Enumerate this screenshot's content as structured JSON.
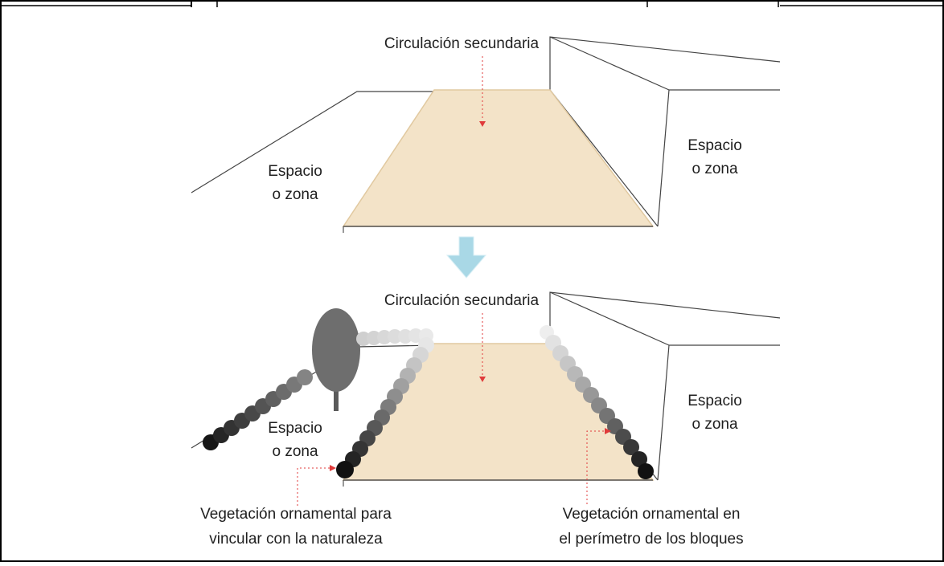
{
  "top_panel": {
    "title": "Circulación secundaria",
    "left_zone": {
      "line1": "Espacio",
      "line2": "o zona"
    },
    "right_zone": {
      "line1": "Espacio",
      "line2": "o zona"
    }
  },
  "bottom_panel": {
    "title": "Circulación secundaria",
    "left_zone": {
      "line1": "Espacio",
      "line2": "o zona"
    },
    "right_zone": {
      "line1": "Espacio",
      "line2": "o zona"
    },
    "left_caption": {
      "line1": "Vegetación ornamental para",
      "line2": "vincular con la naturaleza"
    },
    "right_caption": {
      "line1": "Vegetación ornamental en",
      "line2": "el perímetro de los bloques"
    }
  },
  "colors": {
    "path_fill": "#f3e3c8",
    "path_stroke": "#e1c9a0",
    "arrow_red": "#e03b3b",
    "down_arrow": "#a9d8e6",
    "line": "#444444"
  }
}
